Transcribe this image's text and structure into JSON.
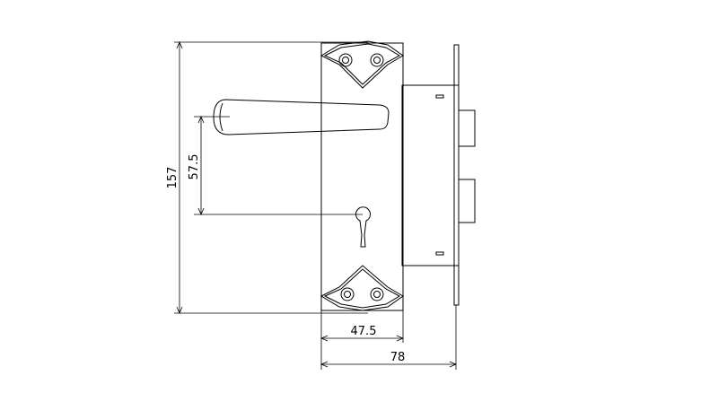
{
  "dimensions": {
    "total_height": "157",
    "handle_to_keyhole": "57.5",
    "plate_width": "47.5",
    "overall_width": "78"
  }
}
